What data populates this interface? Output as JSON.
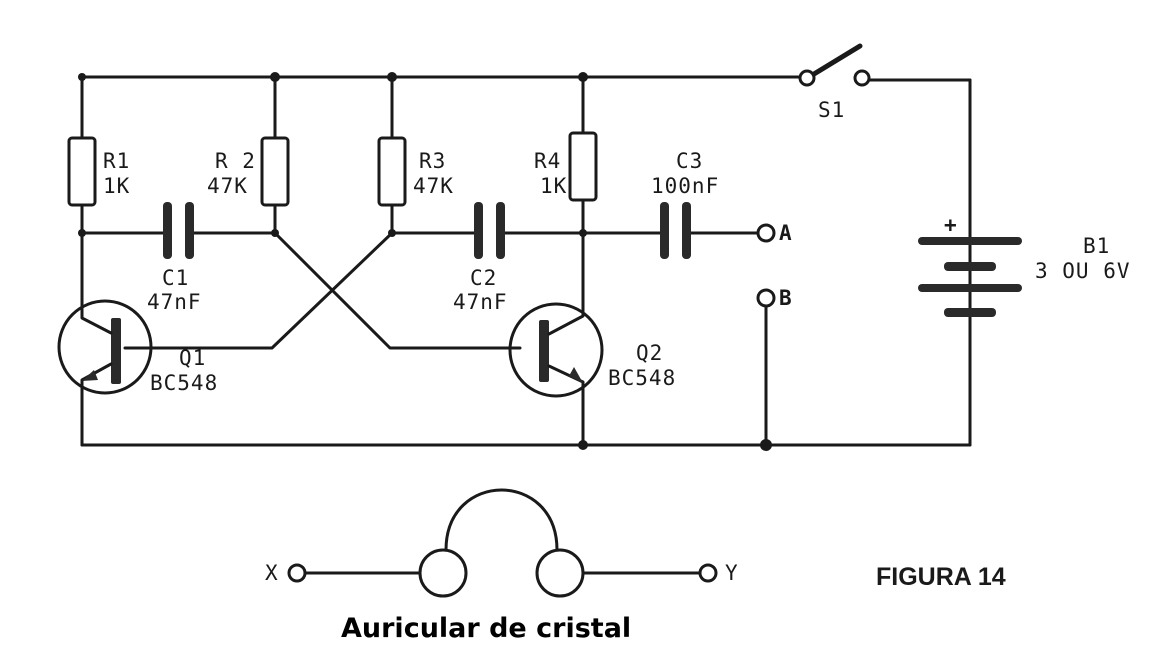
{
  "figure": {
    "label": "FIGURA 14"
  },
  "caption": "Auricular de cristal",
  "components": {
    "r1": {
      "name": "R1",
      "value": "1K"
    },
    "r2": {
      "name": "R 2",
      "value": "47K"
    },
    "r3": {
      "name": "R3",
      "value": "47K"
    },
    "r4": {
      "name": "R4",
      "value": "1K"
    },
    "c1": {
      "name": "C1",
      "value": "47nF"
    },
    "c2": {
      "name": "C2",
      "value": "47nF"
    },
    "c3": {
      "name": "C3",
      "value": "100nF"
    },
    "q1": {
      "name": "Q1",
      "value": "BC548"
    },
    "q2": {
      "name": "Q2",
      "value": "BC548"
    },
    "s1": {
      "name": "S1"
    },
    "b1": {
      "name": "B1",
      "value": "3 OU 6V",
      "polarity": "+"
    }
  },
  "terminals": {
    "a": "A",
    "b": "B",
    "x": "X",
    "y": "Y"
  }
}
